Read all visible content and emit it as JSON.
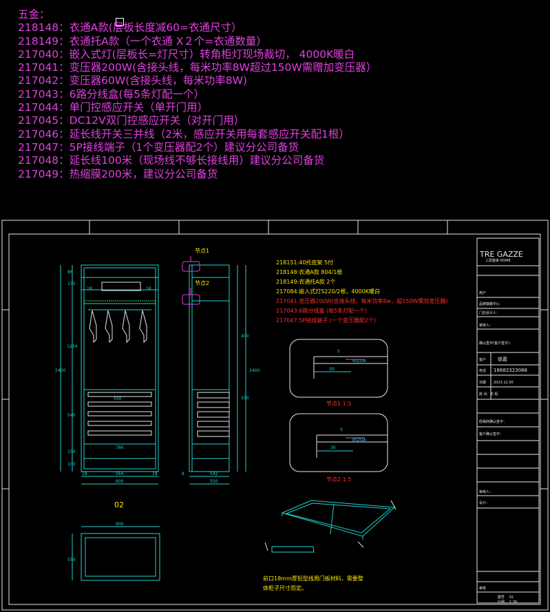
{
  "notes": {
    "heading": "五金：",
    "lines": [
      "218148：衣通A款(层板长度减60=衣通尺寸）",
      "218149：衣通托A款（一个衣通 X２个=衣通数量）",
      "217040：嵌入式灯(层板长=灯尺寸）转角柜灯现场裁切，  4000K暖白",
      "217041：变压器200W(含接头线，每米功率8W超过150W需赠加变压器）",
      "217042：变压器60W(含接头线，每米功率8W)",
      "217043：6路分线盒(每5条灯配一个）",
      "217044：单门控感应开关（单开门用）",
      "217045：DC12V双门控感应开关（对开门用）",
      "217046：延长线开关三并线（2米，感应开关用每套感应开关配1根）",
      "217047：5P接线端子（1个变压器配2个）建议分公司备货",
      "217048：延长线100米（现场线不够长接线用）建议分公司备货",
      "217049：热缩膜200米，建议分公司备货"
    ]
  },
  "drawing": {
    "front_view": {
      "dims_left": [
        "86",
        "135",
        "1234",
        "540",
        "150",
        "100"
      ],
      "total_height": "2400",
      "inner_width": "780",
      "width_parts": [
        "18",
        "564",
        "18"
      ],
      "overall_width": "600",
      "view_label": "02",
      "shelf_dim": "18",
      "drawer_dim": "550"
    },
    "side_view": {
      "node1": "节点1",
      "node2": "节点2",
      "depth_parts": [
        "8",
        "542"
      ],
      "overall_depth": "550",
      "height": "2400",
      "mid_dim": "400",
      "drawer_dim": "550"
    },
    "plan_view": {
      "width": "900",
      "depth": "550"
    },
    "hardware_list": [
      {
        "text": "218151:40托底架 5付",
        "color": "#ffe600"
      },
      {
        "text": "218148:衣通A款 804/1根",
        "color": "#ffe600"
      },
      {
        "text": "218149:衣通托A款 2个",
        "color": "#ffe600"
      },
      {
        "text": "217084:嵌入式灯S220/2根，4000K暖白",
        "color": "#ffe600"
      },
      {
        "text": "217041:变压器200W(含接头线，每米功率8w，超150W需加变压器)",
        "color": "#ff3030"
      },
      {
        "text": "217043:6路分线盒 (每5条灯配一个)",
        "color": "#ff3030"
      },
      {
        "text": "217047:5P接线端子 (一个变压器配2个)",
        "color": "#ff3030"
      }
    ],
    "detail1": {
      "label": "节点1 1:5",
      "dims": [
        "5",
        "30",
        "Ⅱ5ZOA"
      ]
    },
    "detail2": {
      "label": "节点2 1:5",
      "dims": [
        "5",
        "30",
        "Ⅱ5ZOA"
      ]
    },
    "footnote_lines": [
      "前口18mm厚铝型线周门板材料，需要整",
      "体柜子尺寸而定。"
    ]
  },
  "title_block": {
    "logo": "TRE GAZZE",
    "logo_sub": "三思整家·HOME",
    "fields": [
      {
        "label": "用户",
        "value": ""
      },
      {
        "label": "品牌旗舰中心",
        "value": ""
      },
      {
        "label": "门店设计人：",
        "value": ""
      },
      {
        "label": "审核人：",
        "value": ""
      },
      {
        "label": "确认签字(客户签字)：",
        "value": ""
      },
      {
        "label": "客户",
        "value": "徐嘉"
      },
      {
        "label": "电话",
        "value": "18682323068"
      },
      {
        "label": "日期",
        "value": "2023.12.30"
      },
      {
        "label": "房 间",
        "value": "衣 柜"
      },
      {
        "label": "经销商确认签字：",
        "value": ""
      },
      {
        "label": "客户确认签字：",
        "value": ""
      },
      {
        "label": "审核人：",
        "value": ""
      },
      {
        "label": "设计：",
        "value": ""
      },
      {
        "label": "审核",
        "value": ""
      },
      {
        "label": "图号",
        "value": "01"
      },
      {
        "label": "比例",
        "value": "1:30"
      }
    ]
  }
}
